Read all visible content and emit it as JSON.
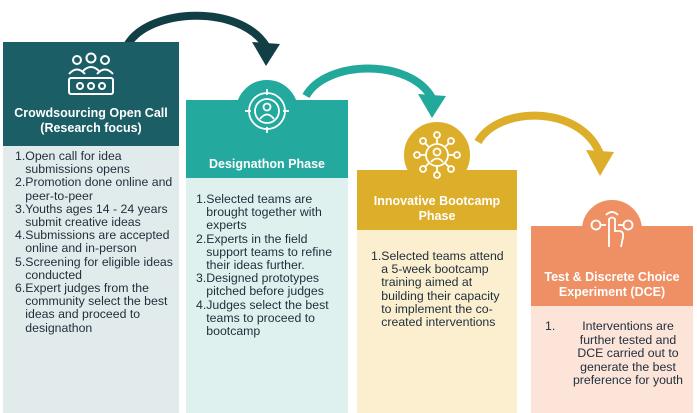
{
  "colors": {
    "phase1": "#1b5e66",
    "phase2": "#23a99d",
    "phase3": "#dcae2a",
    "phase4": "#ef8f64",
    "text": "#1e2d3b"
  },
  "phases": [
    {
      "title": "Crowdsourcing Open Call (Research focus)",
      "icon": "crowd-icon",
      "items": [
        {
          "num": "1.",
          "text": "Open call for idea submissions opens"
        },
        {
          "num": "2.",
          "text": "Promotion done online and peer-to-peer"
        },
        {
          "num": "3.",
          "text": "Youths ages 14 - 24 years submit creative ideas"
        },
        {
          "num": "4.",
          "text": "Submissions are accepted online and in-person"
        },
        {
          "num": "5.",
          "text": "Screening for eligible ideas conducted"
        },
        {
          "num": "6.",
          "text": "Expert judges from the community select the best ideas and proceed to designathon"
        }
      ]
    },
    {
      "title": "Designathon Phase",
      "icon": "target-person-icon",
      "items": [
        {
          "num": "1.",
          "text": "Selected teams are brought together with experts"
        },
        {
          "num": "2.",
          "text": "Experts in the field support teams to refine their ideas further."
        },
        {
          "num": "3.",
          "text": "Designed prototypes pitched before judges"
        },
        {
          "num": "4.",
          "text": "Judges select the best teams to proceed to bootcamp"
        }
      ]
    },
    {
      "title": "Innovative Bootcamp Phase",
      "icon": "network-person-icon",
      "items": [
        {
          "num": "1.",
          "text": "Selected teams attend a 5-week bootcamp training aimed at building their capacity to implement the co-created interventions"
        }
      ]
    },
    {
      "title": "Test & Discrete Choice Experiment (DCE)",
      "icon": "hand-select-icon",
      "items": [
        {
          "num": "1.",
          "text": "Interventions are further tested and DCE carried out to generate the best preference for youth"
        }
      ]
    }
  ]
}
